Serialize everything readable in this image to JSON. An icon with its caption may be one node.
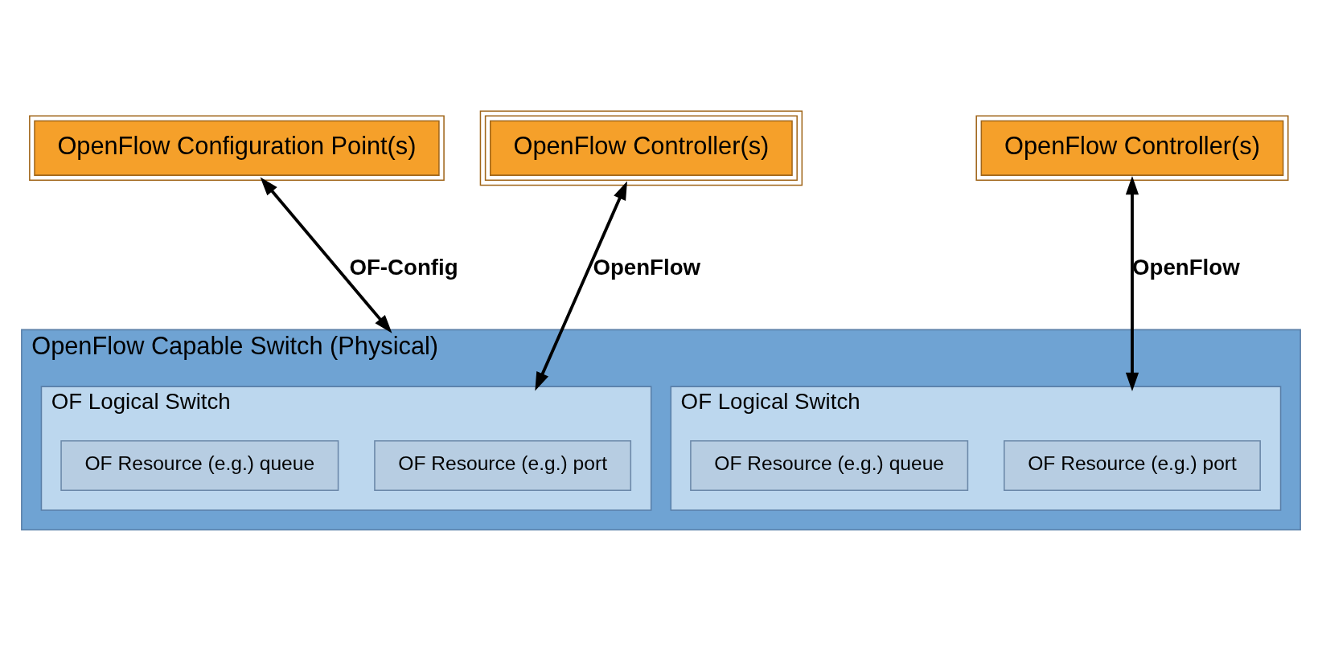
{
  "diagram": {
    "nodes": [
      {
        "text": [
          "OpenFlow Configuration Point(s)"
        ]
      },
      {
        "text": [
          "OpenFlow Controller(s)"
        ]
      },
      {
        "text": [
          "OpenFlow Controller(s)"
        ]
      },
      {
        "text": [
          "OpenFlow Capable Switch (Physical)"
        ]
      },
      {
        "text": [
          "OF Logical Switch"
        ],
        "in": 3
      },
      {
        "text": [
          "OF Resource (e.g.) port"
        ],
        "in": 4
      },
      {
        "text": [
          "OF Resource (e.g.) queue"
        ],
        "in": 4
      },
      {
        "text": [
          "OF Logical Switch"
        ],
        "in": 3
      },
      {
        "text": [
          "OF Resource (e.g.) port"
        ],
        "in": 7
      },
      {
        "text": [
          "OF Resource (e.g.) queue"
        ],
        "in": 7
      }
    ],
    "edges": [
      {
        "from": 0,
        "to": 3,
        "arrow": "both",
        "label": "OF-Config"
      },
      {
        "from": 1,
        "to": 4,
        "arrow": "both",
        "label": "OpenFlow"
      },
      {
        "from": 2,
        "to": 7,
        "arrow": "both",
        "label": "OpenFlow"
      }
    ]
  }
}
